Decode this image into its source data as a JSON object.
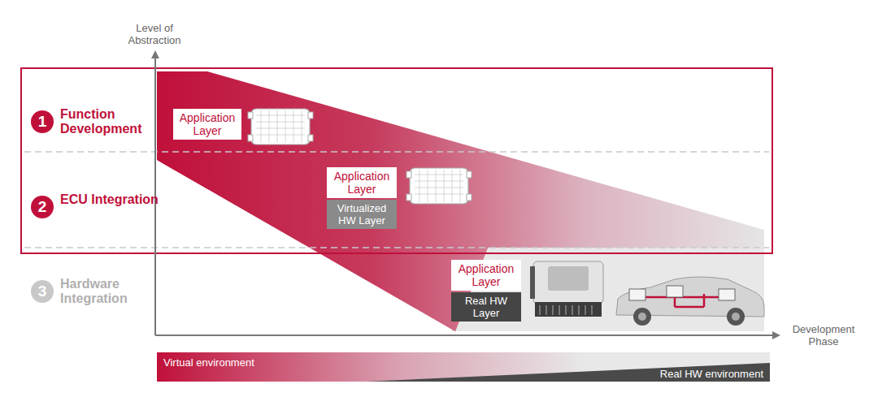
{
  "diagram": {
    "nodes": [
      {
        "text": [
          "1",
          "Function Development"
        ]
      },
      {
        "text": [
          "Application Layer"
        ]
      },
      {
        "text": [
          "2",
          "ECU Integration"
        ]
      },
      {
        "text": [
          "Application Layer"
        ]
      },
      {
        "text": [
          "Virtualized HW Layer"
        ]
      },
      {
        "text": [
          "3",
          "Hardware Integration"
        ]
      },
      {
        "text": [
          "Application Layer"
        ]
      },
      {
        "text": [
          "Real HW Layer"
        ]
      },
      {
        "text": [
          "Virtual environment",
          "Real HW environment"
        ]
      }
    ],
    "labels": [
      "Level of Abstraction",
      "Development Phase"
    ]
  }
}
